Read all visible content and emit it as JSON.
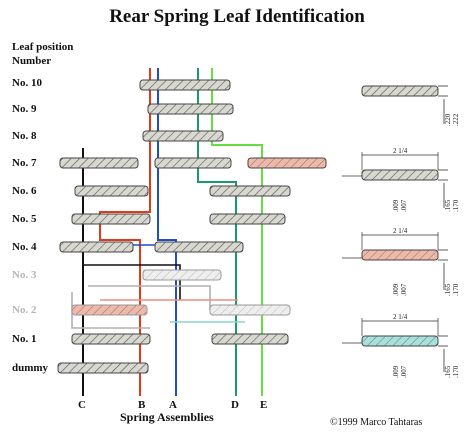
{
  "title": "Rear Spring Leaf Identification",
  "header": {
    "line1": "Leaf position",
    "line2": "Number"
  },
  "rows": [
    {
      "label": "No. 10",
      "dim": false
    },
    {
      "label": "No. 9",
      "dim": false
    },
    {
      "label": "No. 8",
      "dim": false
    },
    {
      "label": "No. 7",
      "dim": false
    },
    {
      "label": "No. 6",
      "dim": false
    },
    {
      "label": "No. 5",
      "dim": false
    },
    {
      "label": "No. 4",
      "dim": false
    },
    {
      "label": "No. 3",
      "dim": true
    },
    {
      "label": "No. 2",
      "dim": true
    },
    {
      "label": "No. 1",
      "dim": false
    },
    {
      "label": "dummy",
      "dim": false
    }
  ],
  "columns": [
    "C",
    "B",
    "A",
    "D",
    "E"
  ],
  "caption": "Spring Assemblies",
  "copyright": "©1999 Marco Tahtaras",
  "colors": {
    "C": "#111111",
    "B": "#e03a1a",
    "A": "#1e4fc2",
    "D": "#1a9a6a",
    "E": "#66dd44",
    "leaf_fill": "#d8d8d0",
    "leaf_hatch": "#555555",
    "leaf_red": "#f0b8a8",
    "leaf_teal": "#a8e0dc",
    "leaf_dim": "#e6e6e6"
  },
  "dims": {
    "top_thk": [
      ".220",
      ".222"
    ],
    "width": "2 1/4",
    "thk": [
      ".165",
      ".170"
    ],
    "n1": [
      ".009",
      ".007"
    ],
    "n2": [
      ".009",
      ".007"
    ],
    "n3": [
      ".009",
      ".007"
    ]
  }
}
